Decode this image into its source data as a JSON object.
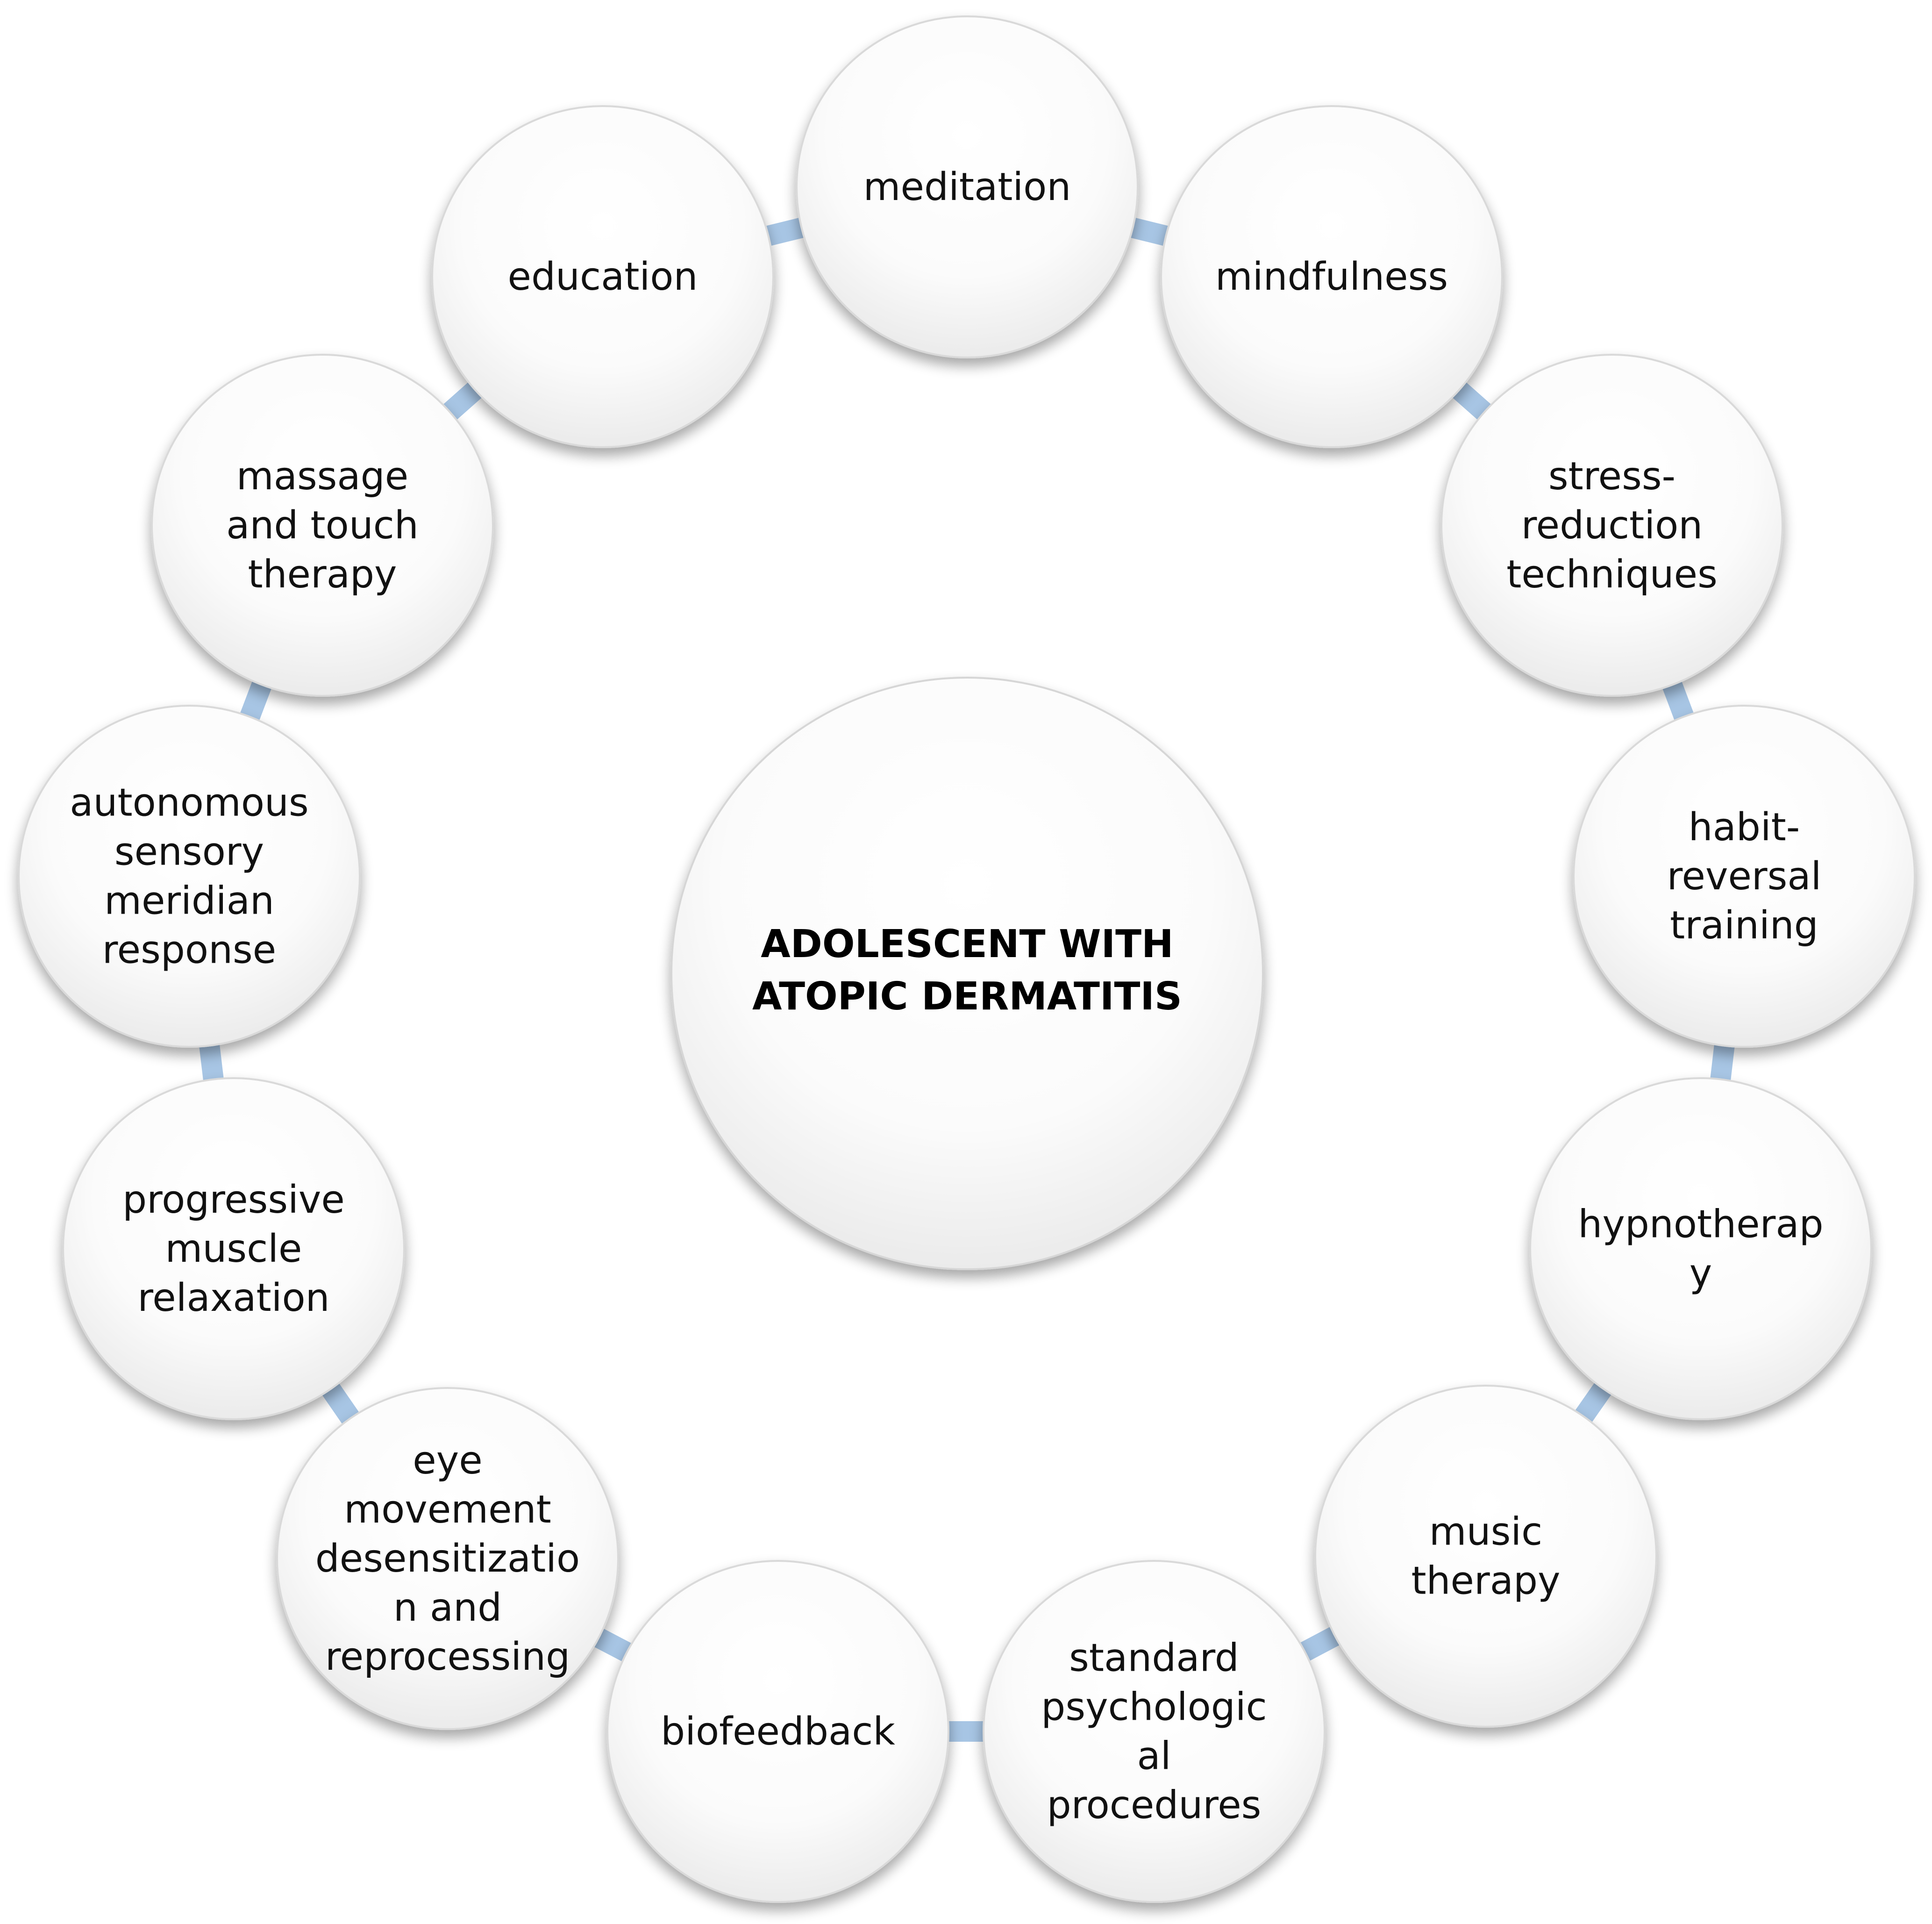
{
  "diagram": {
    "center": {
      "lines": [
        "ADOLESCENT WITH",
        "ATOPIC DERMATITIS"
      ]
    },
    "nodes": [
      {
        "id": "meditation",
        "lines": [
          "meditation"
        ]
      },
      {
        "id": "mindfulness",
        "lines": [
          "mindfulness"
        ]
      },
      {
        "id": "stress-reduction",
        "lines": [
          "stress-",
          "reduction",
          "techniques"
        ]
      },
      {
        "id": "habit-reversal",
        "lines": [
          "habit-",
          "reversal",
          "training"
        ]
      },
      {
        "id": "hypnotherapy",
        "lines": [
          "hypnotherap",
          "y"
        ]
      },
      {
        "id": "music-therapy",
        "lines": [
          "music",
          "therapy"
        ]
      },
      {
        "id": "standard-psychological",
        "lines": [
          "standard",
          "psychologic",
          "al",
          "procedures"
        ]
      },
      {
        "id": "biofeedback",
        "lines": [
          "biofeedback"
        ]
      },
      {
        "id": "emdr",
        "lines": [
          "eye",
          "movement",
          "desensitizatio",
          "n and",
          "reprocessing"
        ]
      },
      {
        "id": "progressive-muscle",
        "lines": [
          "progressive",
          "muscle",
          "relaxation"
        ]
      },
      {
        "id": "asmr",
        "lines": [
          "autonomous",
          "sensory",
          "meridian",
          "response"
        ]
      },
      {
        "id": "massage",
        "lines": [
          "massage",
          "and touch",
          "therapy"
        ]
      },
      {
        "id": "education",
        "lines": [
          "education"
        ]
      }
    ]
  },
  "colors": {
    "connector": "#a7c5e4",
    "node_fill_top": "#ffffff",
    "node_fill_bottom": "#e8e8e8",
    "node_stroke": "#d9d9d9",
    "text": "#111111"
  }
}
